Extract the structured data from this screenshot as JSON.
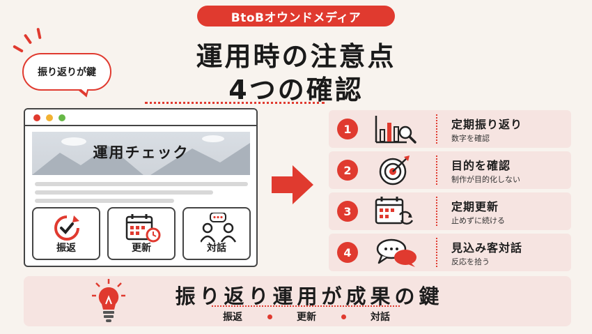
{
  "brand": "BtoBオウンドメディア",
  "title": {
    "line1": "運用時の注意点",
    "line2": "4つの確認"
  },
  "bubble": "振り返りが鍵",
  "browser": {
    "hero_title": "運用チェック",
    "cards": [
      {
        "label": "振返",
        "icon": "refresh-check-icon"
      },
      {
        "label": "更新",
        "icon": "calendar-update-icon"
      },
      {
        "label": "対話",
        "icon": "people-chat-icon"
      }
    ]
  },
  "checklist": [
    {
      "num": "1",
      "title": "定期振り返り",
      "sub": "数字を確認",
      "icon": "chart-magnifier-icon"
    },
    {
      "num": "2",
      "title": "目的を確認",
      "sub": "制作が目的化しない",
      "icon": "target-icon"
    },
    {
      "num": "3",
      "title": "定期更新",
      "sub": "止めずに続ける",
      "icon": "calendar-refresh-icon"
    },
    {
      "num": "4",
      "title": "見込み客対話",
      "sub": "反応を拾う",
      "icon": "chat-bubbles-icon"
    }
  ],
  "banner": {
    "main": "振り返り運用が成果の鍵",
    "items": [
      "振返",
      "更新",
      "対話"
    ]
  },
  "colors": {
    "accent": "#e03a2f",
    "background": "#f8f3ee",
    "panel": "#f6e4e1"
  }
}
